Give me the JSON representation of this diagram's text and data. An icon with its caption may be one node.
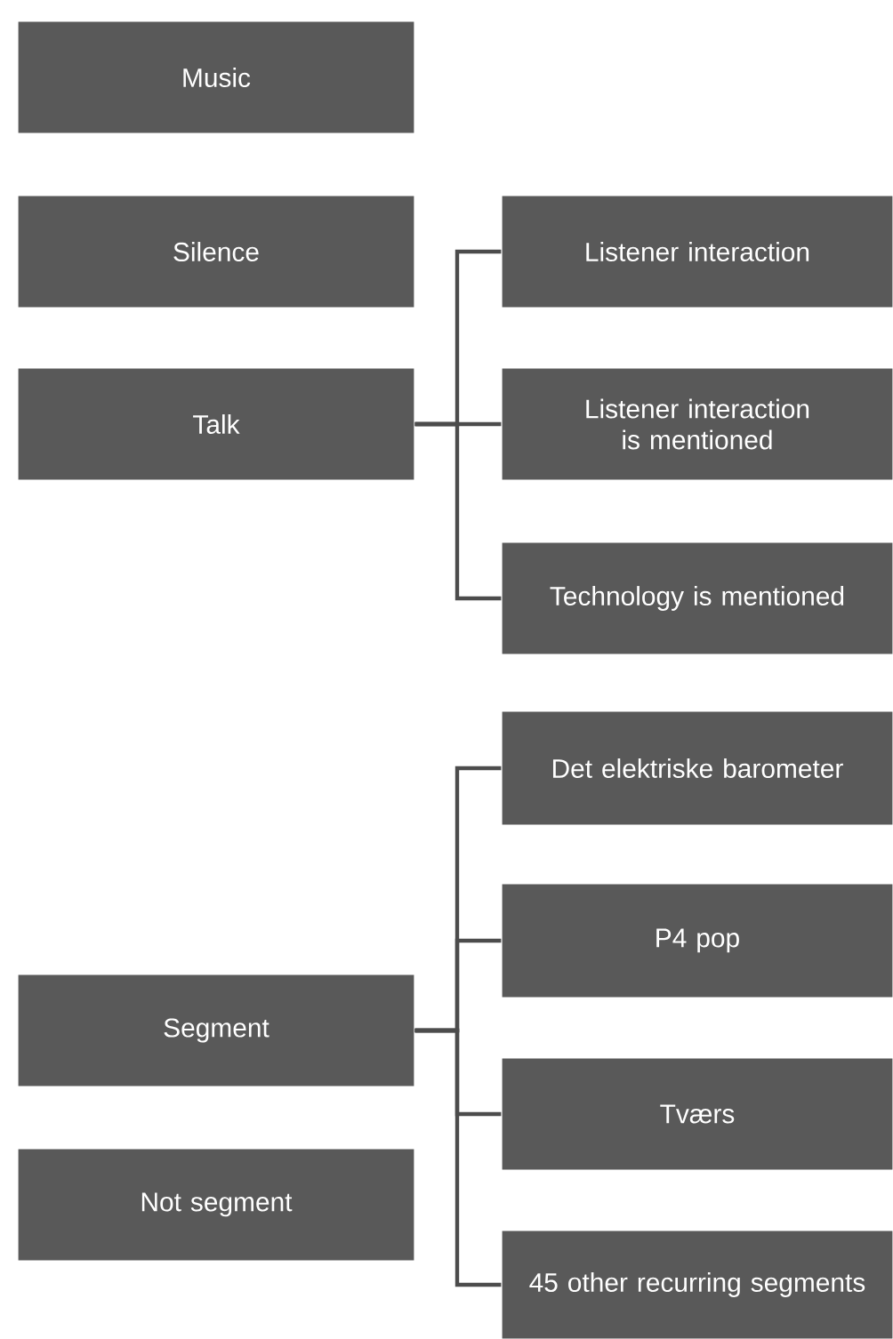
{
  "diagram": {
    "nodes": [
      {
        "text": [
          "Music"
        ]
      },
      {
        "text": [
          "Silence"
        ]
      },
      {
        "text": [
          "Listener interaction"
        ]
      },
      {
        "text": [
          "Talk"
        ]
      },
      {
        "text": [
          "Listener interaction is mentioned"
        ]
      },
      {
        "text": [
          "Technology is mentioned"
        ]
      },
      {
        "text": [
          "Det elektriske barometer"
        ]
      },
      {
        "text": [
          "P4 pop"
        ]
      },
      {
        "text": [
          "Segment"
        ]
      },
      {
        "text": [
          "Tværs"
        ]
      },
      {
        "text": [
          "Not segment"
        ]
      },
      {
        "text": [
          "45 other recurring segments"
        ]
      }
    ],
    "edges": [
      {
        "from": 3,
        "to": 2,
        "arrow": "none"
      },
      {
        "from": 3,
        "to": 4,
        "arrow": "none"
      },
      {
        "from": 3,
        "to": 5,
        "arrow": "none"
      },
      {
        "from": 8,
        "to": 6,
        "arrow": "none"
      },
      {
        "from": 8,
        "to": 7,
        "arrow": "none"
      },
      {
        "from": 8,
        "to": 9,
        "arrow": "none"
      },
      {
        "from": 8,
        "to": 11,
        "arrow": "none"
      }
    ]
  }
}
